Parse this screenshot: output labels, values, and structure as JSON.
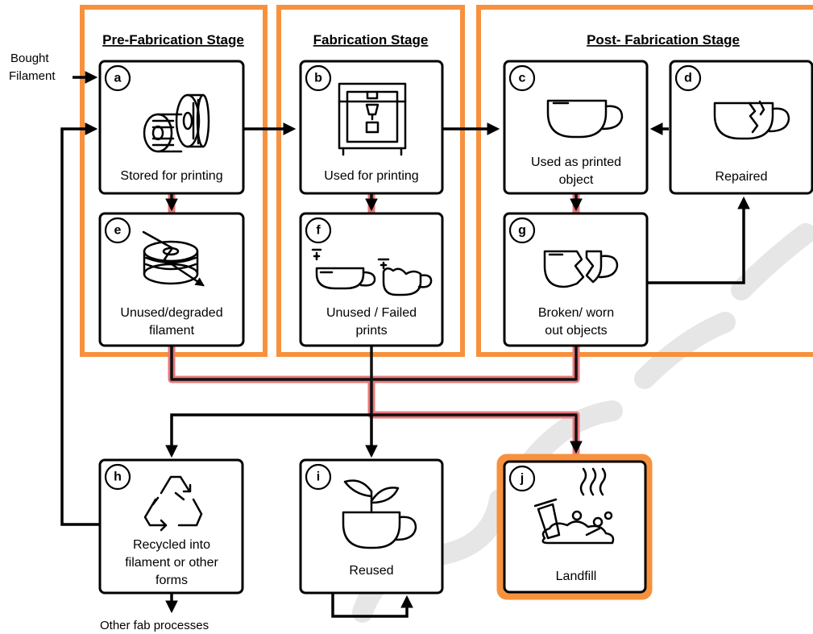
{
  "stages": {
    "pre": "Pre-Fabrication Stage",
    "fab": "Fabrication Stage",
    "post": "Post- Fabrication Stage"
  },
  "inputs": {
    "bought_line1": "Bought",
    "bought_line2": "Filament"
  },
  "nodes": {
    "a": {
      "letter": "a",
      "label1": "Stored for printing",
      "icon": "filament-spools-icon"
    },
    "b": {
      "letter": "b",
      "label1": "Used for printing",
      "icon": "3d-printer-icon"
    },
    "c": {
      "letter": "c",
      "label1": "Used as printed",
      "label2": "object",
      "icon": "cup-icon"
    },
    "d": {
      "letter": "d",
      "label1": "Repaired",
      "icon": "repaired-cup-icon"
    },
    "e": {
      "letter": "e",
      "label1": "Unused/degraded",
      "label2": "filament",
      "icon": "crossed-spool-icon"
    },
    "f": {
      "letter": "f",
      "label1": "Unused / Failed",
      "label2": "prints",
      "icon": "failed-prints-icon"
    },
    "g": {
      "letter": "g",
      "label1": "Broken/ worn",
      "label2": "out objects",
      "icon": "broken-cup-icon"
    },
    "h": {
      "letter": "h",
      "label1": "Recycled into",
      "label2": "filament or other",
      "label3": "forms",
      "icon": "recycle-icon"
    },
    "i": {
      "letter": "i",
      "label1": "Reused",
      "icon": "plant-cup-icon"
    },
    "j": {
      "letter": "j",
      "label1": "Landfill",
      "icon": "landfill-icon"
    }
  },
  "outputs": {
    "other_fab": "Other fab processes"
  }
}
